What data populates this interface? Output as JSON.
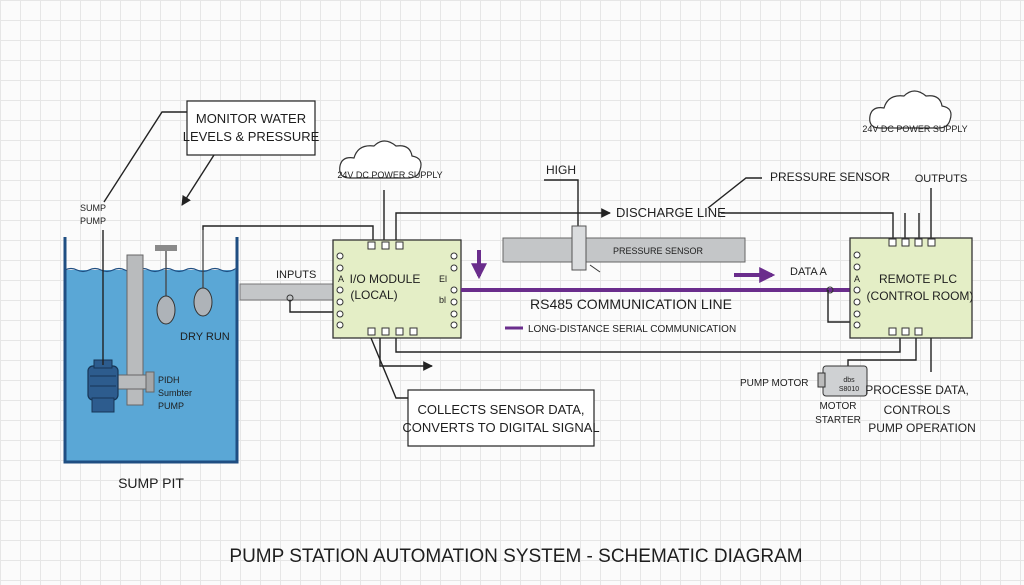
{
  "title": "PUMP STATION AUTOMATION SYSTEM - SCHEMATIC DIAGRAM",
  "callouts": {
    "monitor_line1": "MONITOR WATER",
    "monitor_line2": "LEVELS & PRESSURE",
    "collects_line1": "COLLECTS SENSOR DATA,",
    "collects_line2": "CONVERTS TO DIGITAL SIGNAL"
  },
  "sump": {
    "pit_label": "SUMP PIT",
    "sump_pump_line1": "SUMP",
    "sump_pump_line2": "PUMP",
    "pump_label_line1": "PIDH",
    "pump_label_line2": "Sumbter",
    "pump_label_line3": "PUMP",
    "dry_run": "DRY RUN",
    "colors": {
      "water": "#5aa7d6",
      "tank_border": "#1f4e82"
    }
  },
  "power": {
    "local": "24V DC POWER SUPPLY",
    "remote": "24V DC POWER SUPPLY"
  },
  "io_module": {
    "line1": "I/O MODULE",
    "line2": "(LOCAL)",
    "inputs_label": "INPUTS",
    "pin_a": "A",
    "pin_e": "El",
    "pin_b": "bl",
    "color": "#e4eec6"
  },
  "discharge": {
    "high_label": "HIGH",
    "line_label": "DISCHARGE LINE",
    "pressure_sensor_top": "PRESSURE SENSOR",
    "pressure_sensor_pipe": "PRESSURE SENSOR"
  },
  "comm": {
    "line_label": "RS485 COMMUNICATION LINE",
    "legend": "LONG-DISTANCE SERIAL COMMUNICATION",
    "data_label": "DATA A",
    "color": "#6a2d8c"
  },
  "plc": {
    "line1": "REMOTE PLC",
    "line2": "(CONTROL ROOM)",
    "outputs_label": "OUTPUTS",
    "pin_a": "A",
    "color": "#e4eec6"
  },
  "motor": {
    "pump_motor": "PUMP MOTOR",
    "starter_line1": "MOTOR",
    "starter_line2": "STARTER",
    "starter_mark1": "dbs",
    "starter_mark2": "S8010"
  },
  "process": {
    "line1": "PROCESSE DATA,",
    "line2": "CONTROLS",
    "line3": "PUMP OPERATION"
  }
}
